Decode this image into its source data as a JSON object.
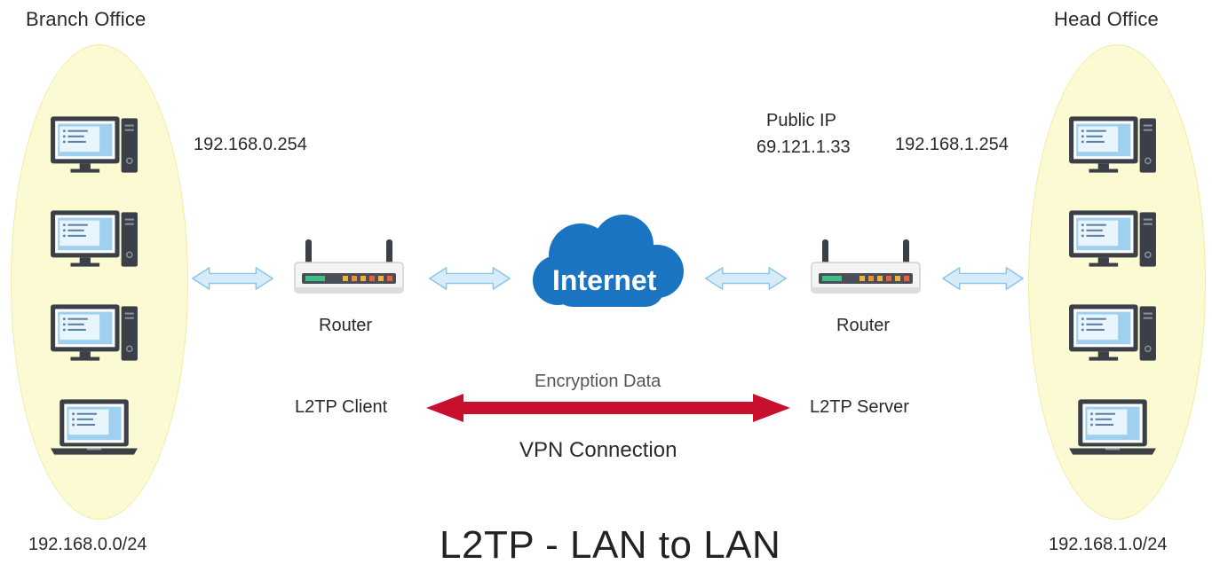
{
  "branch": {
    "title": "Branch Office",
    "lan_ip": "192.168.0.254",
    "subnet": "192.168.0.0/24",
    "router_label": "Router",
    "role": "L2TP Client"
  },
  "head": {
    "title": "Head Office",
    "lan_ip": "192.168.1.254",
    "subnet": "192.168.1.0/24",
    "router_label": "Router",
    "role": "L2TP Server",
    "public_ip_label": "Public IP",
    "public_ip": "69.121.1.33"
  },
  "internet": {
    "label": "Internet"
  },
  "tunnel": {
    "top_label": "Encryption Data",
    "bottom_label": "VPN Connection"
  },
  "caption": "L2TP - LAN to LAN",
  "colors": {
    "ellipse_fill": "#fbfad2",
    "cloud": "#1a74c2",
    "vpn_arrow": "#c8102e",
    "link_arrow": "#d6ecfa",
    "screen": "#8fc3e8",
    "device_dark": "#3b4048"
  }
}
